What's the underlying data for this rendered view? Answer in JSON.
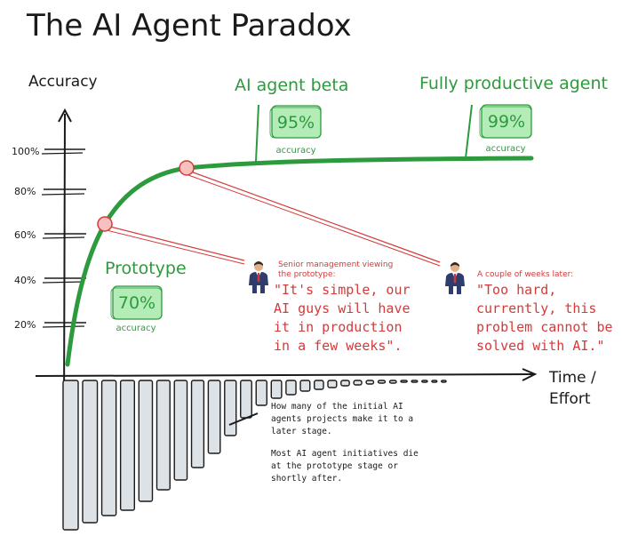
{
  "title": "The AI Agent Paradox",
  "axes": {
    "y_label": "Accuracy",
    "x_label_line1": "Time /",
    "x_label_line2": "Effort",
    "y_ticks": [
      "100%",
      "80%",
      "60%",
      "40%",
      "20%"
    ]
  },
  "milestones": {
    "prototype": {
      "label": "Prototype",
      "value": "70%",
      "unit": "accuracy"
    },
    "beta": {
      "label": "AI agent beta",
      "value": "95%",
      "unit": "accuracy"
    },
    "productive": {
      "label": "Fully productive agent",
      "value": "99%",
      "unit": "accuracy"
    }
  },
  "callouts": {
    "management": {
      "caption_line1": "Senior management viewing",
      "caption_line2": "the prototype:",
      "quote": [
        "\"It's simple, our",
        "AI guys will have",
        "it in production",
        "in a few weeks\"."
      ]
    },
    "later": {
      "caption": "A couple of weeks later:",
      "quote": [
        "\"Too hard,",
        "currently, this",
        "problem cannot be",
        "solved with AI.\""
      ]
    }
  },
  "attrition_note": {
    "para1": [
      "How many of the initial AI",
      "agents projects make it to a",
      "later stage."
    ],
    "para2": [
      "Most AI agent initiatives die",
      "at the prototype stage or",
      "shortly after."
    ]
  },
  "colors": {
    "green": "#2e9a3e",
    "green_box": "#b4ecb8",
    "red": "#d43a3a",
    "bar_fill": "#dde2e6",
    "ink": "#1a1a1a"
  },
  "icons": [
    "businessman-icon"
  ]
}
